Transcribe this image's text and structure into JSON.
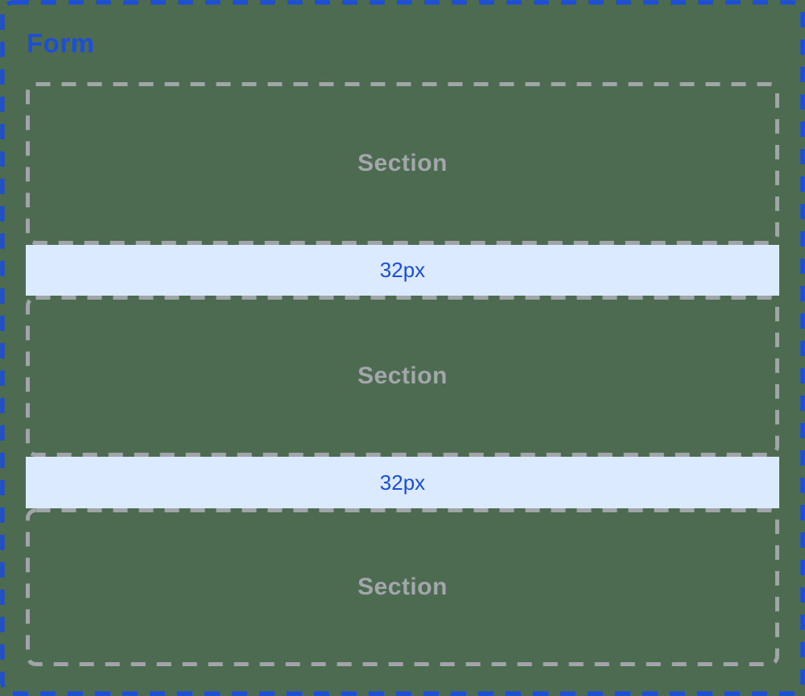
{
  "diagram": {
    "title": "Form",
    "sections": [
      {
        "label": "Section"
      },
      {
        "label": "Section"
      },
      {
        "label": "Section"
      }
    ],
    "spacers": [
      {
        "label": "32px"
      },
      {
        "label": "32px"
      }
    ]
  },
  "colors": {
    "canvas_bg": "#4c6b50",
    "accent_blue": "#1d4ed8",
    "border_gray": "#a1a5aa",
    "section_text": "#a3a6ab",
    "spacer_bg": "#dbeafe",
    "spacer_text": "#1d4ed8"
  }
}
